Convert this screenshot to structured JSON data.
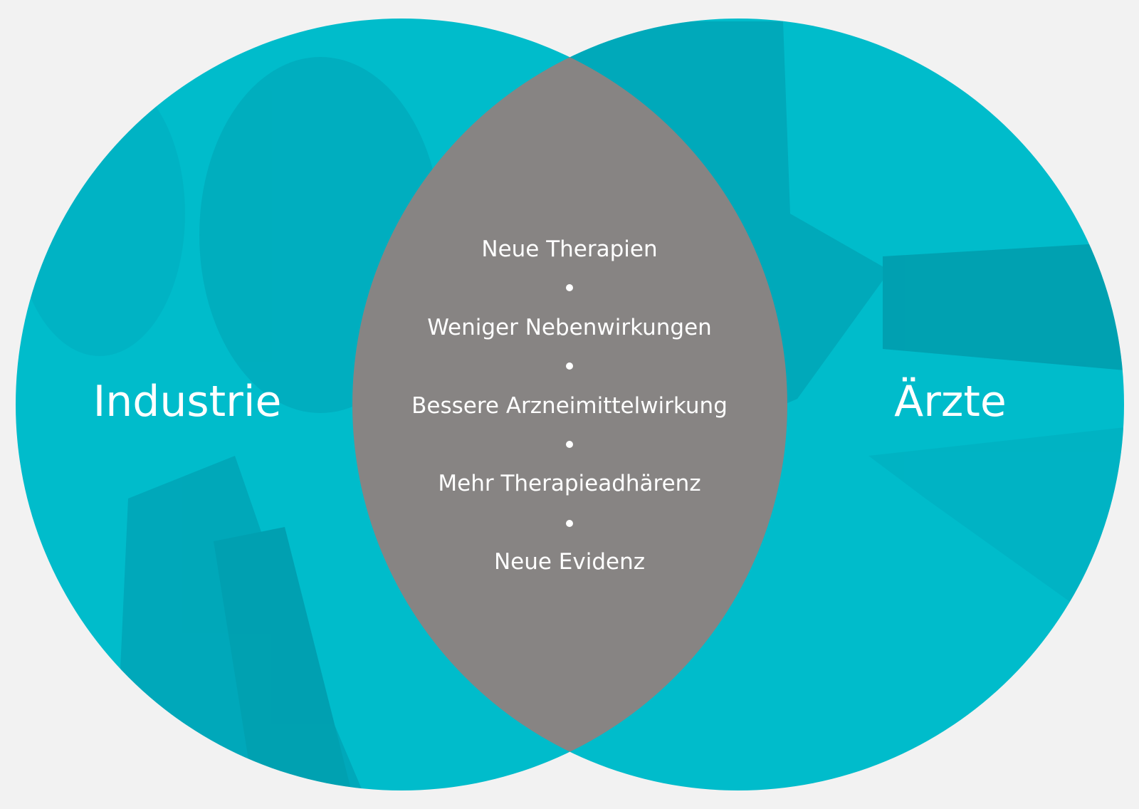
{
  "left_circle": {
    "label": "Industrie"
  },
  "right_circle": {
    "label": "Ärzte"
  },
  "intersection": {
    "items": [
      "Neue Therapien",
      "Weniger Nebenwirkungen",
      "Bessere Arzneimittelwirkung",
      "Mehr Therapieadhärenz",
      "Neue Evidenz"
    ]
  },
  "colors": {
    "circle": "#00bccb",
    "intersection": "#878483",
    "background": "#f2f2f2"
  }
}
